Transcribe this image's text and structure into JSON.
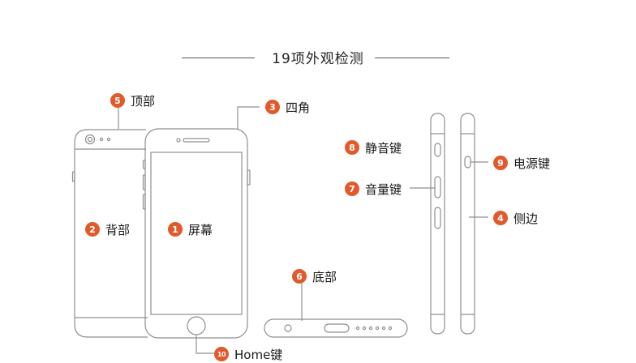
{
  "title": "19项外观检测",
  "accent_color": "#e05a2b",
  "callouts": [
    {
      "num": "1",
      "label": "屏幕"
    },
    {
      "num": "2",
      "label": "背部"
    },
    {
      "num": "3",
      "label": "四角"
    },
    {
      "num": "4",
      "label": "侧边"
    },
    {
      "num": "5",
      "label": "顶部"
    },
    {
      "num": "6",
      "label": "底部"
    },
    {
      "num": "7",
      "label": "音量键"
    },
    {
      "num": "8",
      "label": "静音键"
    },
    {
      "num": "9",
      "label": "电源键"
    },
    {
      "num": "10",
      "label": "Home键"
    }
  ],
  "icons": [
    "phone-back-outline",
    "phone-front-outline",
    "phone-bottom-edge-outline",
    "phone-left-side-outline",
    "phone-right-side-outline"
  ]
}
